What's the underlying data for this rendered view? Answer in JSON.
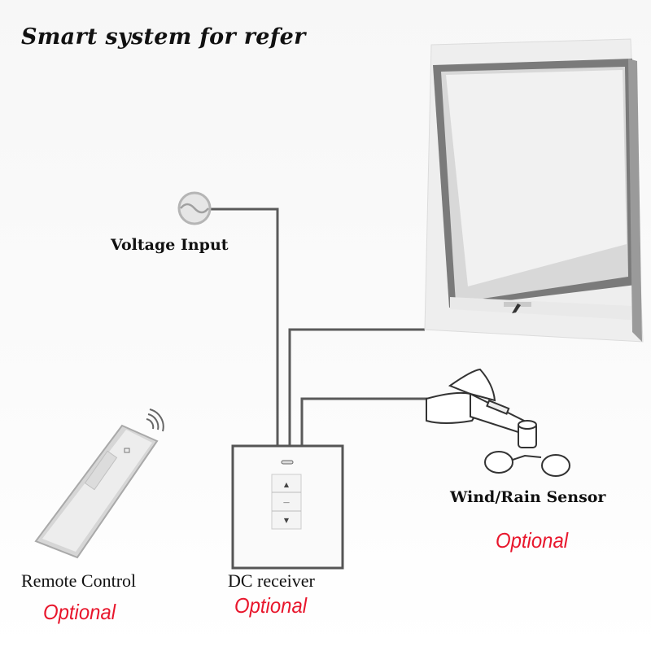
{
  "title": "Smart system for refer",
  "components": {
    "voltage_input": {
      "label": "Voltage Input",
      "icon": "ac-power-source-icon"
    },
    "window": {
      "icon": "awning-window-icon"
    },
    "wind_rain_sensor": {
      "label": "Wind/Rain Sensor",
      "note": "Optional",
      "icon": "anemometer-sensor-icon"
    },
    "remote_control": {
      "label": "Remote Control",
      "note": "Optional",
      "icon": "remote-control-icon"
    },
    "dc_receiver": {
      "label": "DC receiver",
      "note": "Optional",
      "icon": "wall-switch-icon",
      "buttons": [
        "▲",
        "—",
        "▼"
      ]
    }
  },
  "colors": {
    "optional_text": "#e8162c",
    "wire": "#555555",
    "frame": "#6a6a6a"
  }
}
